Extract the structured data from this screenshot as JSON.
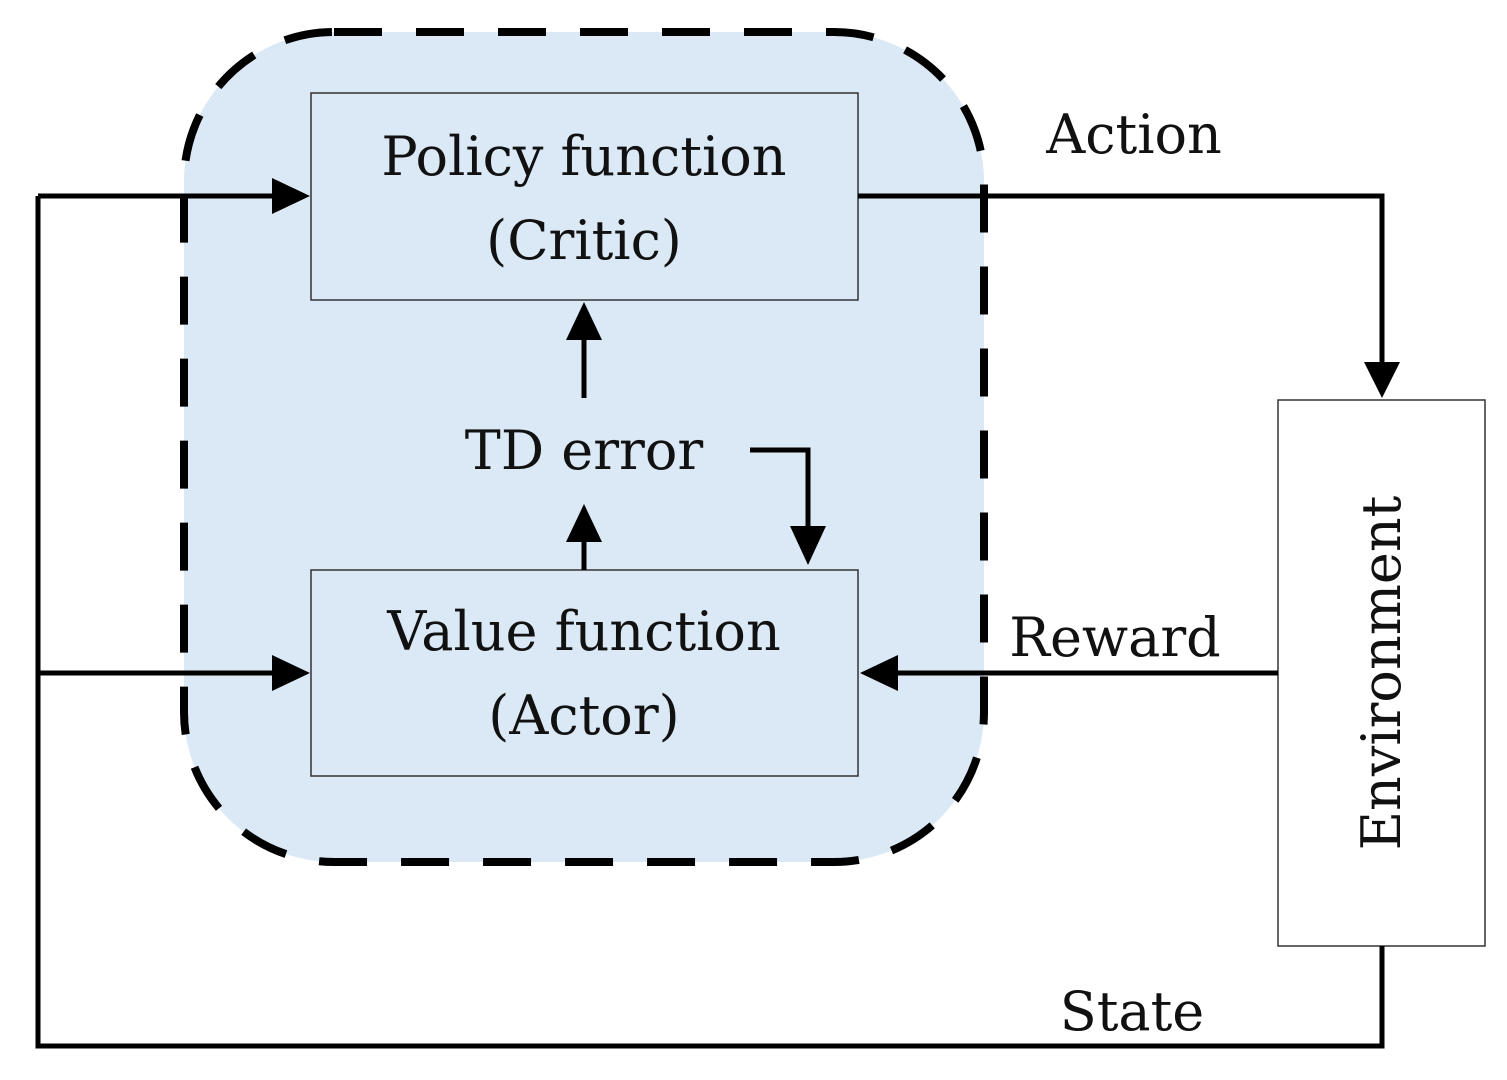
{
  "agent_region": {
    "fill_color": "#dbe8f5",
    "border_color": "#000000",
    "border_style": "dashed"
  },
  "policy_box": {
    "line1": "Policy function",
    "line2": "(Critic)"
  },
  "value_box": {
    "line1": "Value function",
    "line2": "(Actor)"
  },
  "td_error": {
    "label": "TD error"
  },
  "environment_box": {
    "label": "Environment"
  },
  "edges": {
    "action": "Action",
    "reward": "Reward",
    "state": "State"
  },
  "colors": {
    "line": "#000000",
    "box_fill": "#dbe8f5",
    "env_fill": "#ffffff"
  }
}
